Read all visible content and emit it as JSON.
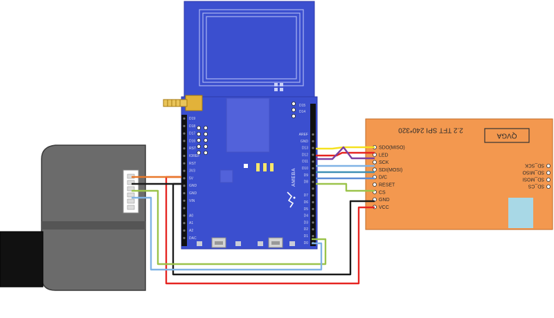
{
  "ameba": {
    "brand": "AMEBA",
    "left_pins": [
      "D19",
      "D18",
      "D17",
      "D16",
      "RST",
      "IOREF",
      "RST",
      "3V3",
      "5V",
      "GND",
      "GND",
      "VIN",
      "",
      "A0",
      "A1",
      "A2",
      "DAC"
    ],
    "right_pins": [
      "AREF",
      "GND",
      "D13",
      "D12",
      "D11",
      "D10",
      "D9",
      "D8",
      "",
      "D7",
      "D6",
      "D5",
      "D4",
      "D3",
      "D2",
      "D1",
      "D0"
    ],
    "top_pins": [
      "D15",
      "D14"
    ]
  },
  "tft": {
    "title": "QVGA",
    "subtitle": "2.2 TFT SPI 240*320",
    "pins": [
      "SDO(MISO)",
      "LED",
      "SCK",
      "SDI(MOSI)",
      "D/C",
      "RESET",
      "CS",
      "GND",
      "VCC"
    ],
    "sd_pins": [
      "SD_SCK",
      "SD_MISO",
      "SD_MOSI",
      "SD_CS"
    ]
  },
  "colors": {
    "board": "#3b4fcf",
    "board_dark": "#2c3aa8",
    "tft": "#f3984f",
    "sensor": "#6b6b6b",
    "wire_red": "#e52421",
    "wire_black": "#1a1a1a",
    "wire_yellow": "#f5e11e",
    "wire_purple": "#7b3fa0",
    "wire_blue": "#5a8bd6",
    "wire_green": "#9bc34a",
    "wire_orange": "#e8782a",
    "wire_teal": "#3d8fb5",
    "wire_lightblue": "#7fb2e5"
  },
  "icons": [
    "antenna-icon",
    "nfc-coil-icon",
    "usb-port-icon",
    "realtek-logo-icon"
  ]
}
